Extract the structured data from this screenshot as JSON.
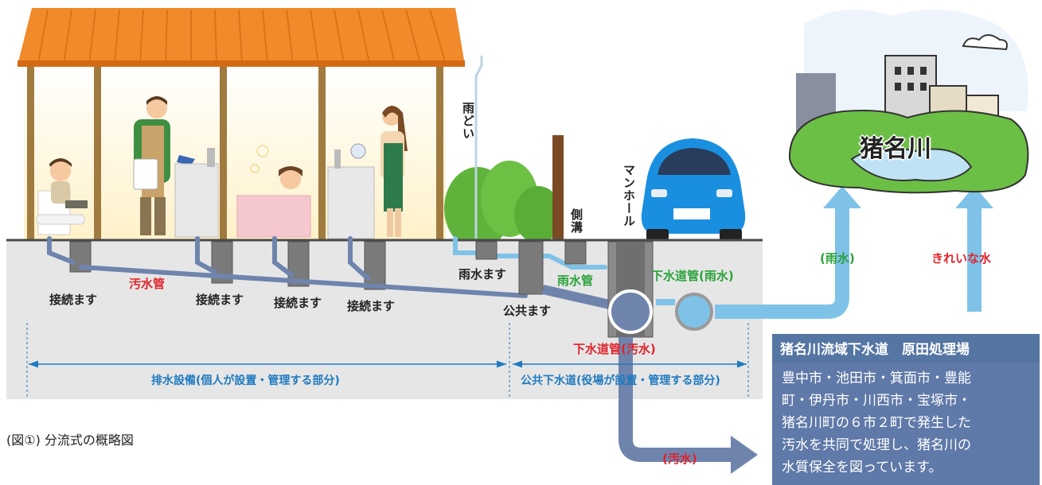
{
  "labels": {
    "downspout": "雨どい",
    "side_ditch": "側溝",
    "manhole": "マンホール",
    "connection_box_1": "接続ます",
    "connection_box_2": "接続ます",
    "connection_box_3": "接続ます",
    "connection_box_4": "接続ます",
    "sewage_pipe": "汚水管",
    "rainwater_box": "雨水ます",
    "rainwater_pipe": "雨水管",
    "public_box": "公共ます",
    "sewer_pipe_rain": "下水道管(雨水)",
    "sewer_pipe_sewage": "下水道管(汚水)",
    "rain_flow": "(雨水)",
    "clean_water": "きれいな水",
    "sewage_flow": "(汚水)",
    "river_name": "猪名川"
  },
  "spans": {
    "private": "排水設備(個人が設置・管理する部分)",
    "public": "公共下水道(役場が設置・管理する部分)"
  },
  "caption": "(図①) 分流式の概略図",
  "info": {
    "title": "猪名川流域下水道　原田処理場",
    "body_lines": [
      "豊中市・池田市・箕面市・豊能",
      "町・伊丹市・川西市・宝塚市・",
      "猪名川町の６市２町で発生した",
      "汚水を共同で処理し、猪名川の",
      "水質保全を図っています。"
    ]
  },
  "colors": {
    "roof": "#f08a2a",
    "ground": "#e6e6e6",
    "sewage": "#6f84ad",
    "rain": "#7fc2e8",
    "car": "#1a8fe0",
    "red": "#e0232b",
    "green": "#2aa23a",
    "info_bg": "#5f79a8"
  }
}
